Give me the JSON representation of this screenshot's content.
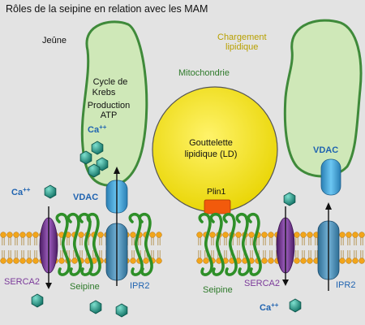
{
  "title": "Rôles de la seipine en relation avec les MAM",
  "left": {
    "state_label": "Jeûne",
    "mito_text": [
      "Cycle de",
      "Krebs",
      "Production",
      "ATP"
    ],
    "mito_ca_label": "Ca",
    "ca_superscript": "++",
    "ca_label": "Ca",
    "vdac_label": "VDAC",
    "serca_label": "SERCA2",
    "seipine_label": "Seipine",
    "ipr2_label": "IPR2"
  },
  "center": {
    "mitochondrie_label": "Mitochondrie",
    "ld_text": [
      "Gouttelette",
      "lipidique (LD)"
    ],
    "plin_label": "Plin1"
  },
  "right": {
    "state_text": [
      "Chargement",
      "lipidique"
    ],
    "vdac_label": "VDAC",
    "seipine_label": "Seipine",
    "serca_label": "SERCA2",
    "ipr2_label": "IPR2",
    "ca_label": "Ca",
    "ca_superscript": "++"
  },
  "colors": {
    "background": "#e3e3e3",
    "mitochondria_fill": "#cfe8b8",
    "mitochondria_stroke": "#3f8a3a",
    "lipid_droplet": "#f2e200",
    "membrane_head": "#f2a51a",
    "seipine": "#2e8f28",
    "vdac": "#3a9fd6",
    "ipr2": "#4a8cb5",
    "serca2": "#7b3a9a",
    "calcium_ion": "#1d8f80",
    "plin1": "#f25a0c",
    "label_blue": "#1f63b0",
    "label_purple": "#7b3a9a",
    "label_green": "#2e7a2a"
  }
}
